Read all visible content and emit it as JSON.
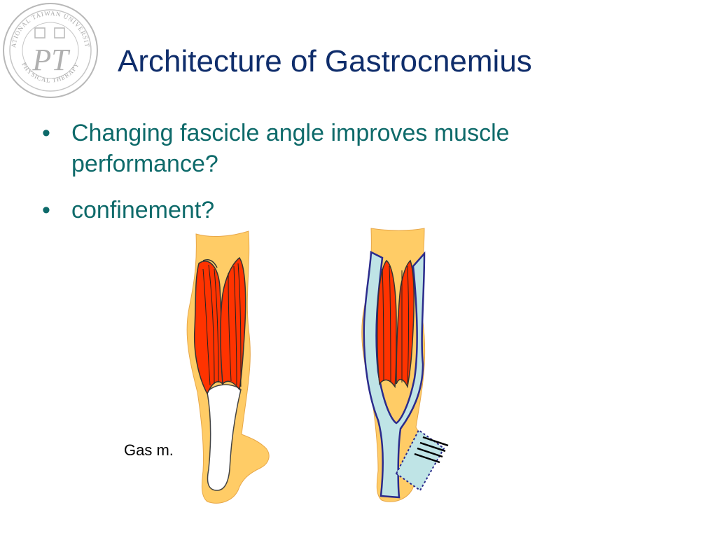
{
  "slide": {
    "title": "Architecture of Gastrocnemius",
    "bullets": [
      "Changing fascicle angle improves muscle performance?",
      "confinement?"
    ],
    "bullet_glyph": "•",
    "caption": "Gas m."
  },
  "logo": {
    "top_arc_text": "NATIONAL TAIWAN UNIVERSITY",
    "bottom_arc_text": "PHYSICAL THERAPY",
    "monogram": "PT"
  },
  "colors": {
    "title": "#0f2d6b",
    "bullet_text": "#0e6a6a",
    "skin": "#ffcc66",
    "muscle": "#ff3300",
    "fascia": "#bfe4e6",
    "fascia_outline": "#2b2b8c"
  }
}
